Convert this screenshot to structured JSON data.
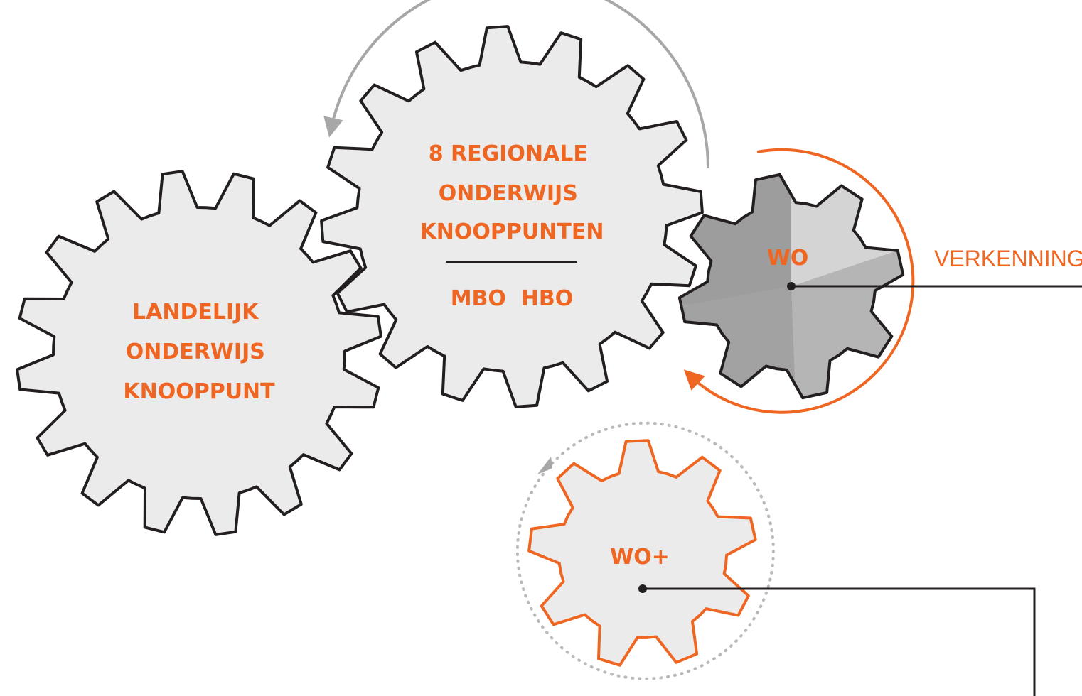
{
  "colors": {
    "accent": "#ef6622",
    "gear_fill": "#ebebeb",
    "gear_stroke": "#231f20",
    "arrow_gray": "#a7a7a7",
    "wo_shade_dark": "#9d9d9d",
    "wo_shade_mid": "#b5b5b5",
    "wo_shade_light": "#d4d4d4"
  },
  "gears": {
    "landelijk": {
      "lines": [
        "LANDELIJK",
        "ONDERWIJS",
        "KNOOPPUNT"
      ]
    },
    "regionale": {
      "lines": [
        "8 REGIONALE",
        "ONDERWIJS",
        "KNOOPPUNTEN"
      ],
      "sub": "MBO  HBO"
    },
    "wo": {
      "label": "WO"
    },
    "wo_plus": {
      "label": "WO+"
    }
  },
  "annotations": {
    "verkenning": "VERKENNING"
  }
}
